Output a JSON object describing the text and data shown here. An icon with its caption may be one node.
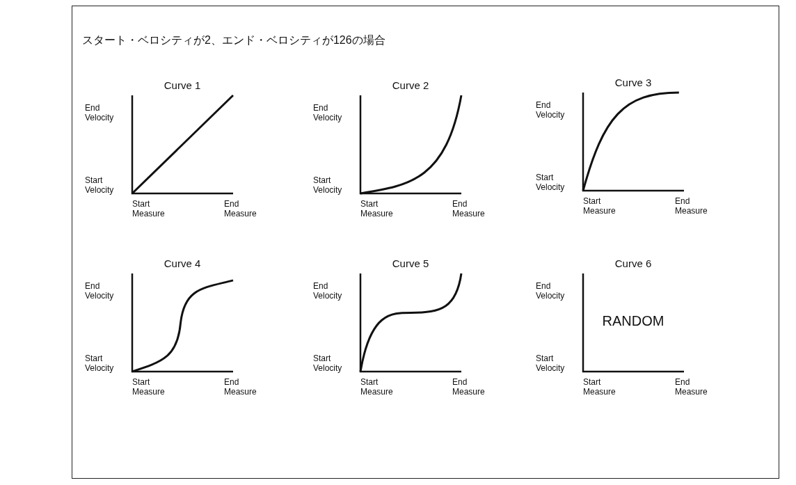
{
  "diagram": {
    "title": "スタート・ベロシティが2、エンド・ベロシティが126の場合",
    "labels": [
      "Curve 1",
      "End Velocity",
      "Start Velocity",
      "Start Measure",
      "End Measure",
      "Curve 2",
      "End Velocity",
      "Start Velocity",
      "Start Measure",
      "End Measure",
      "Curve 3",
      "End Velocity",
      "Start Velocity",
      "Start Measure",
      "End Measure",
      "Curve 4",
      "End Velocity",
      "Start Velocity",
      "Start Measure",
      "End Measure",
      "Curve 5",
      "End Velocity",
      "Start Velocity",
      "Start Measure",
      "End Measure",
      "Curve 6",
      "End Velocity",
      "RANDOM",
      "Start Velocity",
      "Start Measure",
      "End Measure"
    ]
  }
}
